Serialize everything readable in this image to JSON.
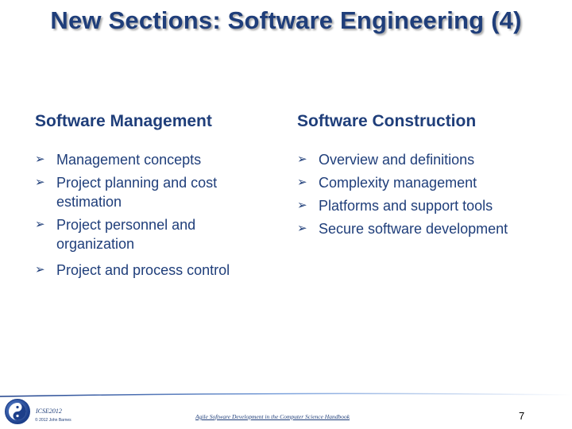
{
  "slide": {
    "title": "New Sections: Software Engineering (4)"
  },
  "left": {
    "heading": "Software Management",
    "items": [
      "Management concepts",
      "Project planning and cost estimation",
      "Project personnel and organization",
      "Project and process control"
    ]
  },
  "right": {
    "heading": "Software Construction",
    "items": [
      "Overview and definitions",
      "Complexity management",
      "Platforms and support tools",
      "Secure software development"
    ]
  },
  "footer": {
    "conference": "ICSE2012",
    "copyright": "© 2012 John Barnes",
    "book_title": "Agile Software Development in the Computer Science Handbook",
    "page_number": "7"
  },
  "bullet_glyph": "➢",
  "colors": {
    "text": "#1f3e7a",
    "title_shadow": "#a9a9a9",
    "footer_line": "#7fa4dd"
  }
}
